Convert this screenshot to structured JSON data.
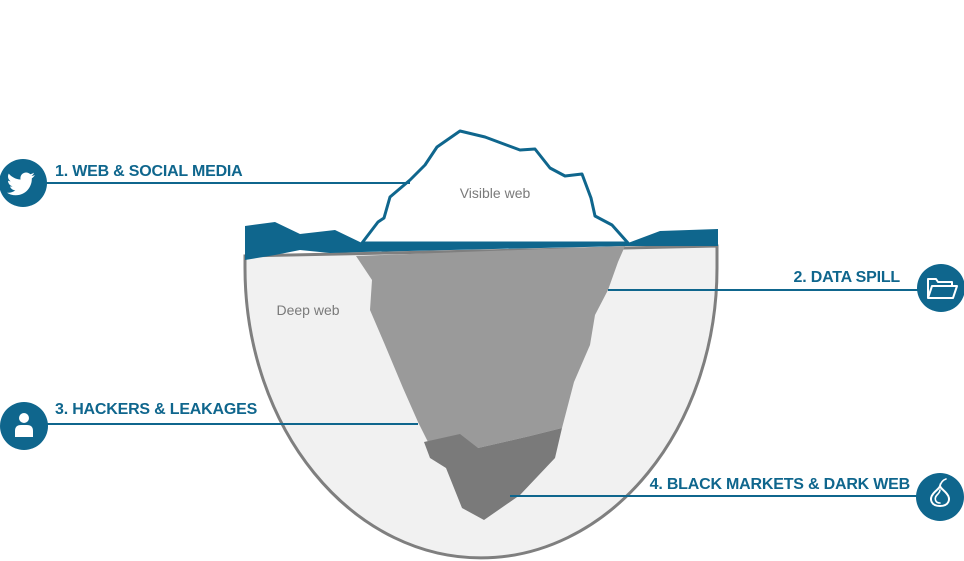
{
  "colors": {
    "accent": "#0f668d",
    "deep_bg": "#f1f1f1",
    "bowl_outline": "#7f7f7f",
    "ice_upper": "#9a9a9a",
    "ice_lower": "#7a7a7a",
    "zone_text": "#7a7a7a"
  },
  "zones": {
    "visible": "Visible web",
    "deep": "Deep web"
  },
  "callouts": [
    {
      "label": "1. WEB & SOCIAL MEDIA",
      "icon": "twitter-bird-icon"
    },
    {
      "label": "2. DATA SPILL",
      "icon": "folder-icon"
    },
    {
      "label": "3. HACKERS & LEAKAGES",
      "icon": "person-icon"
    },
    {
      "label": "4. BLACK MARKETS & DARK WEB",
      "icon": "tor-onion-icon"
    }
  ]
}
